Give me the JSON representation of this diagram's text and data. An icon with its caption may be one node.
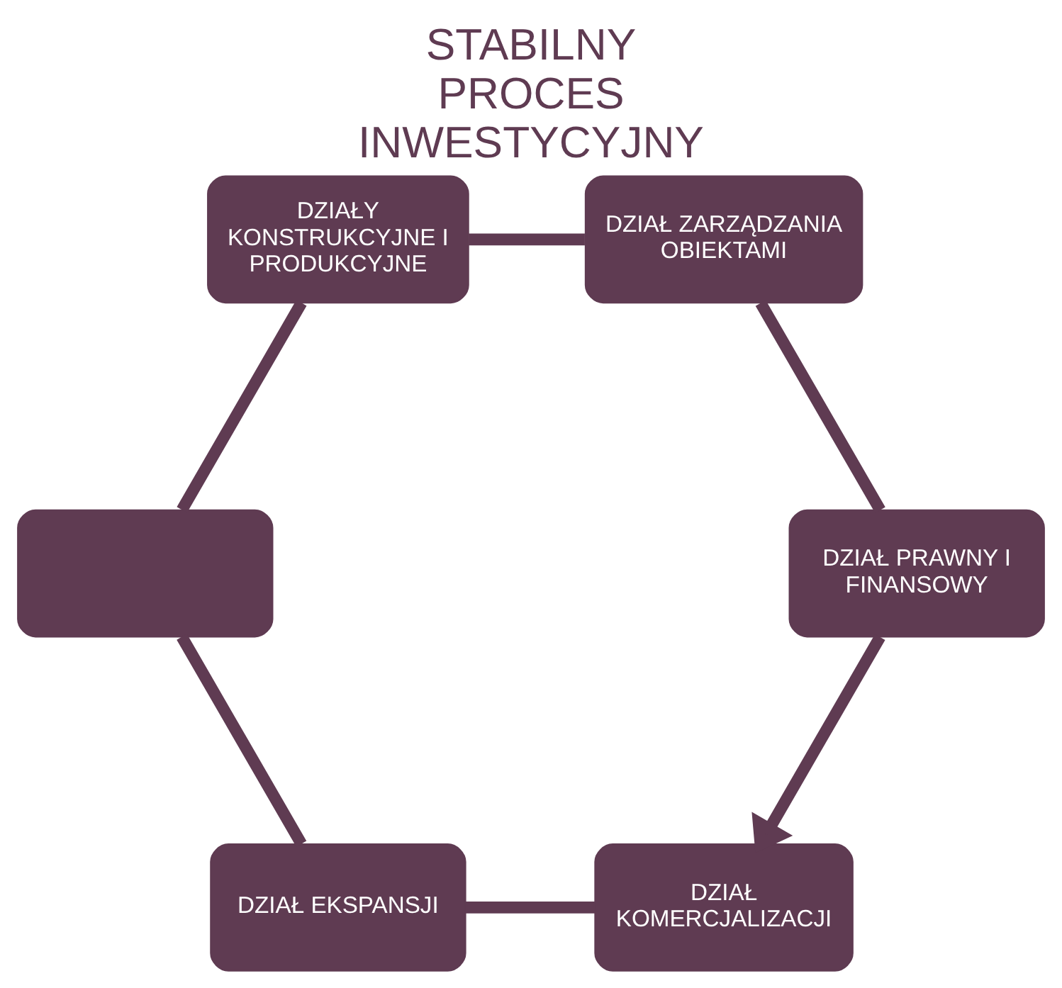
{
  "diagram": {
    "title": "STABILNY PROCES INWESTYCYJNY",
    "nodes": [
      {
        "text": [
          "DZIAŁ KOMERCJALIZACJI"
        ]
      },
      {
        "text": [
          "DZIAŁ EKSPANSJI"
        ]
      },
      {
        "text": [],
        "shape": "box"
      },
      {
        "text": [
          "DZIAŁY KONSTRUKCYJNE I PRODUKCYJNE"
        ]
      },
      {
        "text": [
          "DZIAŁ ZARZĄDZANIA OBIEKTAMI"
        ]
      },
      {
        "text": [
          "DZIAŁ PRAWNY I FINANSOWY"
        ]
      }
    ],
    "edges": [
      {
        "from": 0,
        "to": 1,
        "arrow": "none"
      },
      {
        "from": 1,
        "to": 2,
        "arrow": "none"
      },
      {
        "from": 2,
        "to": 3,
        "arrow": "none"
      },
      {
        "from": 3,
        "to": 4,
        "arrow": "none"
      },
      {
        "from": 4,
        "to": 5,
        "arrow": "none"
      },
      {
        "from": 5,
        "to": 0,
        "arrow": "to"
      }
    ]
  }
}
